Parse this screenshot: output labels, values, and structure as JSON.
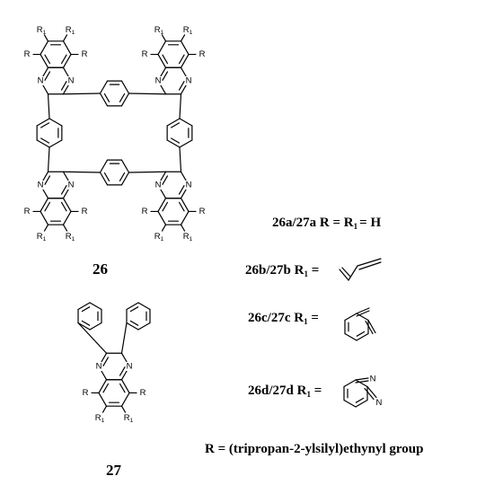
{
  "labels": {
    "n": "N",
    "r": "R",
    "r1": "R",
    "r1_sub": "1"
  },
  "compounds": {
    "macrocycle": "26",
    "monomer": "27"
  },
  "legend": {
    "variant_a": "26a/27a R = R",
    "variant_a_sub": "1",
    "variant_a_value": "= H",
    "variant_b": "26b/27b R",
    "variant_b_sub": "1",
    "variant_b_eq": " =",
    "variant_c": "26c/27c R",
    "variant_c_sub": "1",
    "variant_c_eq": " =",
    "variant_d": "26d/27d R",
    "variant_d_sub": "1",
    "variant_d_eq": " =",
    "definition": "R = (tripropan-2-ylsilyl)ethynyl group"
  }
}
